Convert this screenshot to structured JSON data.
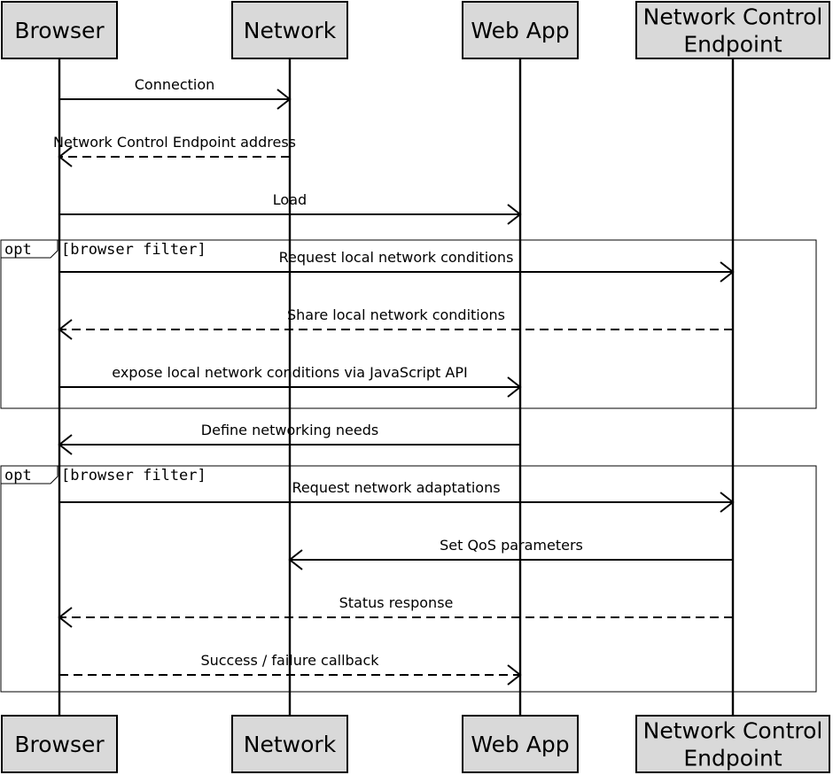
{
  "actors": [
    {
      "id": "browser",
      "name_lines": [
        "Browser"
      ]
    },
    {
      "id": "network",
      "name_lines": [
        "Network"
      ]
    },
    {
      "id": "webapp",
      "name_lines": [
        "Web App"
      ]
    },
    {
      "id": "nce",
      "name_lines": [
        "Network Control",
        "Endpoint"
      ]
    }
  ],
  "fragments": [
    {
      "keyword": "opt",
      "guard": "[browser filter]"
    },
    {
      "keyword": "opt",
      "guard": "[browser filter]"
    }
  ],
  "messages": [
    {
      "from": "browser",
      "to": "network",
      "label": "Connection",
      "style": "solid"
    },
    {
      "from": "network",
      "to": "browser",
      "label": "Network Control Endpoint address",
      "style": "dashed"
    },
    {
      "from": "browser",
      "to": "webapp",
      "label": "Load",
      "style": "solid"
    },
    {
      "from": "browser",
      "to": "nce",
      "label": "Request local network conditions",
      "style": "solid"
    },
    {
      "from": "nce",
      "to": "browser",
      "label": "Share local network conditions",
      "style": "dashed"
    },
    {
      "from": "browser",
      "to": "webapp",
      "label": "expose local network conditions via JavaScript API",
      "style": "solid"
    },
    {
      "from": "webapp",
      "to": "browser",
      "label": "Define networking needs",
      "style": "solid"
    },
    {
      "from": "browser",
      "to": "nce",
      "label": "Request network adaptations",
      "style": "solid"
    },
    {
      "from": "nce",
      "to": "network",
      "label": "Set QoS parameters",
      "style": "solid"
    },
    {
      "from": "nce",
      "to": "browser",
      "label": "Status response",
      "style": "dashed"
    },
    {
      "from": "browser",
      "to": "webapp",
      "label": "Success / failure callback",
      "style": "dashed"
    }
  ]
}
